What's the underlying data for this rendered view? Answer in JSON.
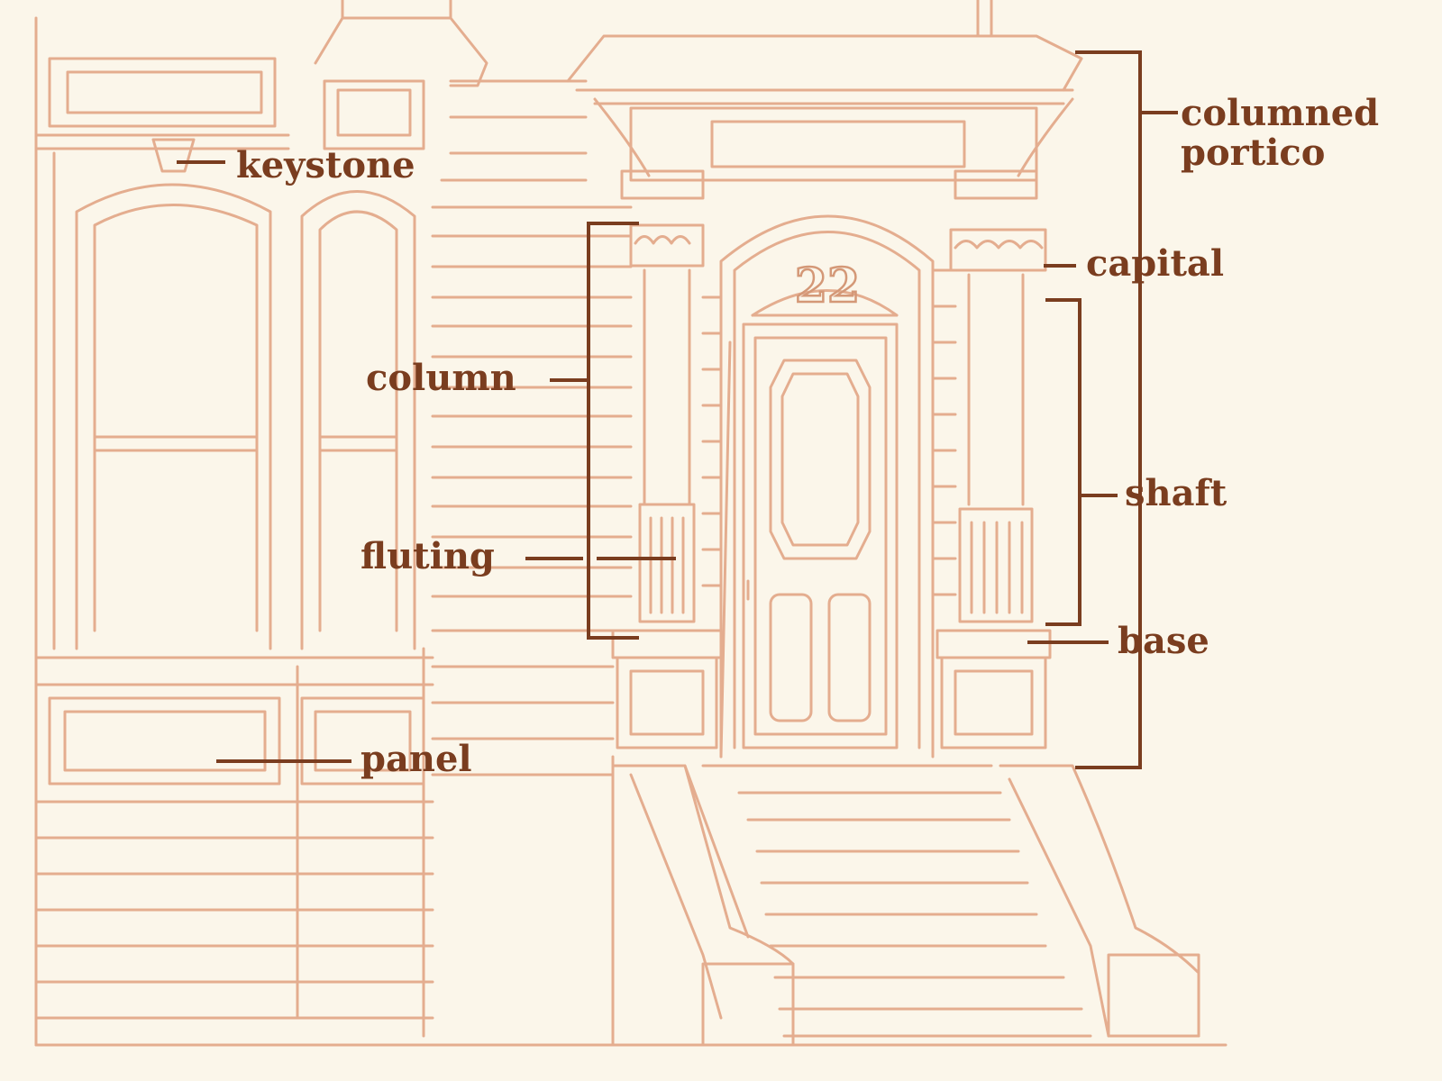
{
  "colors": {
    "background": "#fbf6ea",
    "sketch": "#e4ad8f",
    "sketch_dark": "#d49877",
    "label": "#7a3d1f",
    "leader": "#7a3d1f"
  },
  "house_number": "22",
  "labels": {
    "keystone": "keystone",
    "columned_portico_line1": "columned",
    "columned_portico_line2": "portico",
    "capital": "capital",
    "column": "column",
    "shaft": "shaft",
    "fluting": "fluting",
    "base": "base",
    "panel": "panel"
  }
}
